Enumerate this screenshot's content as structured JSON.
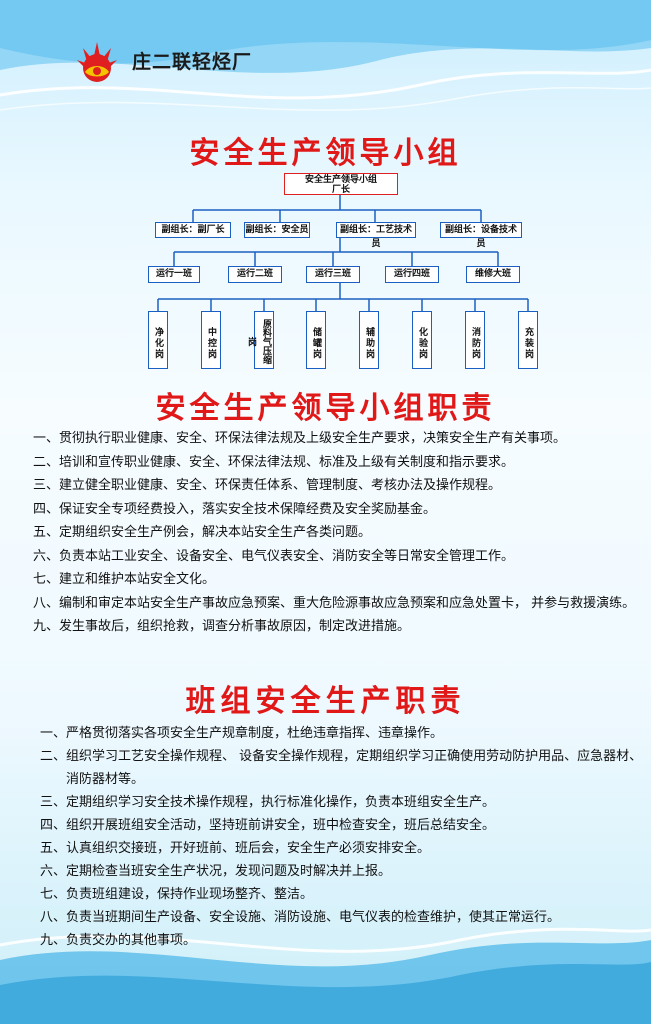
{
  "company": {
    "name": "庄二联轻烃厂"
  },
  "colors": {
    "title_red": "#e01818",
    "org_line_blue": "#1c5fc2",
    "logo_red": "#e02020",
    "logo_yellow": "#f5c400"
  },
  "icons": {
    "logo": "petrochina-logo-icon"
  },
  "section1": {
    "title": "安全生产领导小组"
  },
  "org_chart": {
    "top": {
      "line1": "安全生产领导小组",
      "line2": "厂长"
    },
    "deputies": [
      "副组长：副厂长",
      "副组长：安全员",
      "副组长：工艺技术员",
      "副组长：设备技术员"
    ],
    "shifts": [
      "运行一班",
      "运行二班",
      "运行三班",
      "运行四班",
      "维修大班"
    ],
    "posts": [
      "净化岗",
      "中控岗",
      "原料气压缩岗",
      "储罐岗",
      "辅助岗",
      "化验岗",
      "消防岗",
      "充装岗"
    ]
  },
  "section2": {
    "title": "安全生产领导小组职责",
    "items": [
      {
        "num": "一、",
        "text": "贯彻执行职业健康、安全、环保法律法规及上级安全生产要求，决策安全生产有关事项。"
      },
      {
        "num": "二、",
        "text": "培训和宣传职业健康、安全、环保法律法规、标准及上级有关制度和指示要求。"
      },
      {
        "num": "三、",
        "text": "建立健全职业健康、安全、环保责任体系、管理制度、考核办法及操作规程。"
      },
      {
        "num": "四、",
        "text": "保证安全专项经费投入，落实安全技术保障经费及安全奖励基金。"
      },
      {
        "num": "五、",
        "text": "定期组织安全生产例会，解决本站安全生产各类问题。"
      },
      {
        "num": "六、",
        "text": "负责本站工业安全、设备安全、电气仪表安全、消防安全等日常安全管理工作。"
      },
      {
        "num": "七、",
        "text": "建立和维护本站安全文化。"
      },
      {
        "num": "八、",
        "text": "编制和审定本站安全生产事故应急预案、重大危险源事故应急预案和应急处置卡， 并参与救援演练。"
      },
      {
        "num": "九、",
        "text": "发生事故后，组织抢救，调查分析事故原因，制定改进措施。"
      }
    ]
  },
  "section3": {
    "title": "班组安全生产职责",
    "items": [
      {
        "num": "一、",
        "text": "严格贯彻落实各项安全生产规章制度，杜绝违章指挥、违章操作。"
      },
      {
        "num": "二、",
        "text": "组织学习工艺安全操作规程、 设备安全操作规程，定期组织学习正确使用劳动防护用品、应急器材、消防器材等。"
      },
      {
        "num": "三、",
        "text": "定期组织学习安全技术操作规程，执行标准化操作，负责本班组安全生产。"
      },
      {
        "num": "四、",
        "text": "组织开展班组安全活动，坚持班前讲安全，班中检查安全，班后总结安全。"
      },
      {
        "num": "五、",
        "text": "认真组织交接班，开好班前、班后会，安全生产必须安排安全。"
      },
      {
        "num": "六、",
        "text": "定期检查当班安全生产状况，发现问题及时解决并上报。"
      },
      {
        "num": "七、",
        "text": "负责班组建设，保持作业现场整齐、整洁。"
      },
      {
        "num": "八、",
        "text": "负责当班期间生产设备、安全设施、消防设施、电气仪表的检查维护，使其正常运行。"
      },
      {
        "num": "九、",
        "text": "负责交办的其他事项。"
      }
    ]
  }
}
